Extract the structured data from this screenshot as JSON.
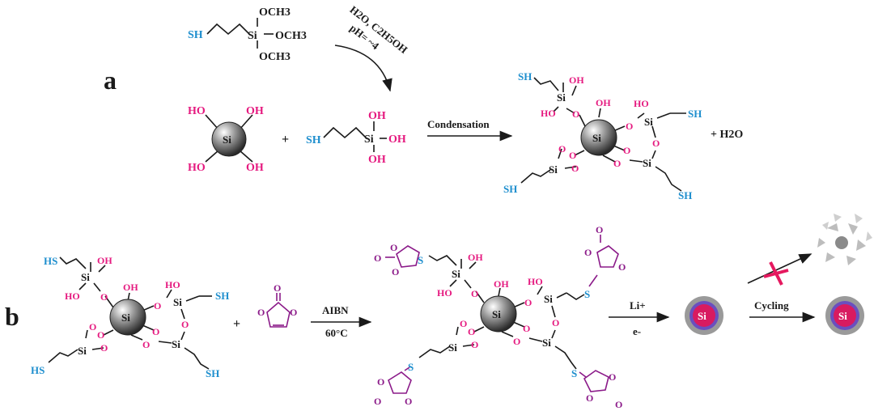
{
  "panel_a": {
    "label": "a",
    "precursor": {
      "sh": "SH",
      "si": "Si",
      "och3_top": "OCH3",
      "och3_right": "OCH3",
      "och3_bottom": "OCH3"
    },
    "conditions": {
      "line1": "H2O, C2H5OH",
      "line2": "pH= ~4"
    },
    "silanol_core": {
      "si": "Si",
      "oh": "HO",
      "oh2": "OH"
    },
    "plus": "+",
    "silanetriol": {
      "sh": "SH",
      "si": "Si",
      "oh": "OH"
    },
    "arrow_label": "Condensation",
    "product": {
      "si": "Si",
      "sh": "SH",
      "o": "O",
      "oh": "OH",
      "ho": "HO"
    },
    "byproduct": "+ H2O"
  },
  "panel_b": {
    "label": "b",
    "reactant": {
      "si": "Si",
      "sh": "SH",
      "hs": "HS",
      "o": "O",
      "oh": "OH",
      "ho": "HO"
    },
    "plus": "+",
    "carbonate": {
      "o": "O"
    },
    "arrow_label_top": "AIBN",
    "arrow_label_bottom": "60°C",
    "product": {
      "si": "Si",
      "s": "S",
      "o": "O",
      "oh": "OH",
      "ho": "HO"
    },
    "lithiation": {
      "top": "Li+",
      "bottom": "e-"
    },
    "particle_label": "Si",
    "cycling_label": "Cycling",
    "cycled_particle_label": "Si"
  },
  "colors": {
    "magenta": "#e5197f",
    "cyan": "#1f8fce",
    "purple": "#8b1a89",
    "black": "#1a1a1a"
  }
}
